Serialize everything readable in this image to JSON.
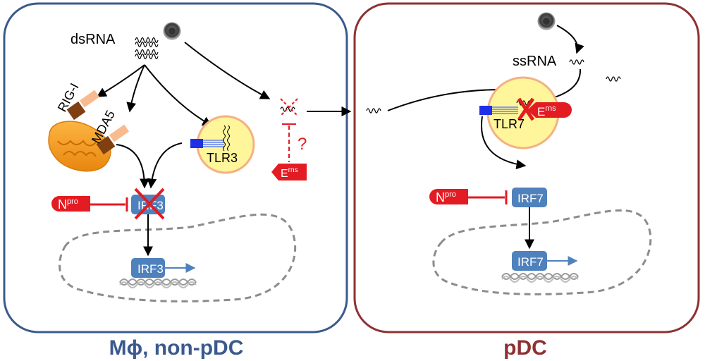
{
  "colors": {
    "left_panel": "#3b5a8c",
    "right_panel": "#8e3133",
    "irf_box": "#4f81bd",
    "inhibitor_red": "#e31b23",
    "vesicle_fill": "#fff59a",
    "vesicle_stroke": "#f4b183",
    "mito_fill": "#f59a1c",
    "rig_brown": "#7f3f11",
    "rig_tan": "#f7bb8f",
    "tlr_blue": "#1f2fe8",
    "tlr_stripes": "#8aa0dd",
    "nucleus_dash": "#8c8c8c"
  },
  "left": {
    "title": "Mϕ, non-pDC",
    "dsrna": "dsRNA",
    "rig": "RIG-I",
    "mda": "MDA5",
    "tlr": "TLR3",
    "question": "?",
    "erns_base": "E",
    "erns_sup": "rns",
    "npro_base": "N",
    "npro_sup": "pro",
    "irf_top": "IRF3",
    "irf_bottom": "IRF3"
  },
  "right": {
    "title": "pDC",
    "ssrna": "ssRNA",
    "tlr": "TLR7",
    "erns_base": "E",
    "erns_sup": "rns",
    "npro_base": "N",
    "npro_sup": "pro",
    "irf_top": "IRF7",
    "irf_bottom": "IRF7"
  }
}
